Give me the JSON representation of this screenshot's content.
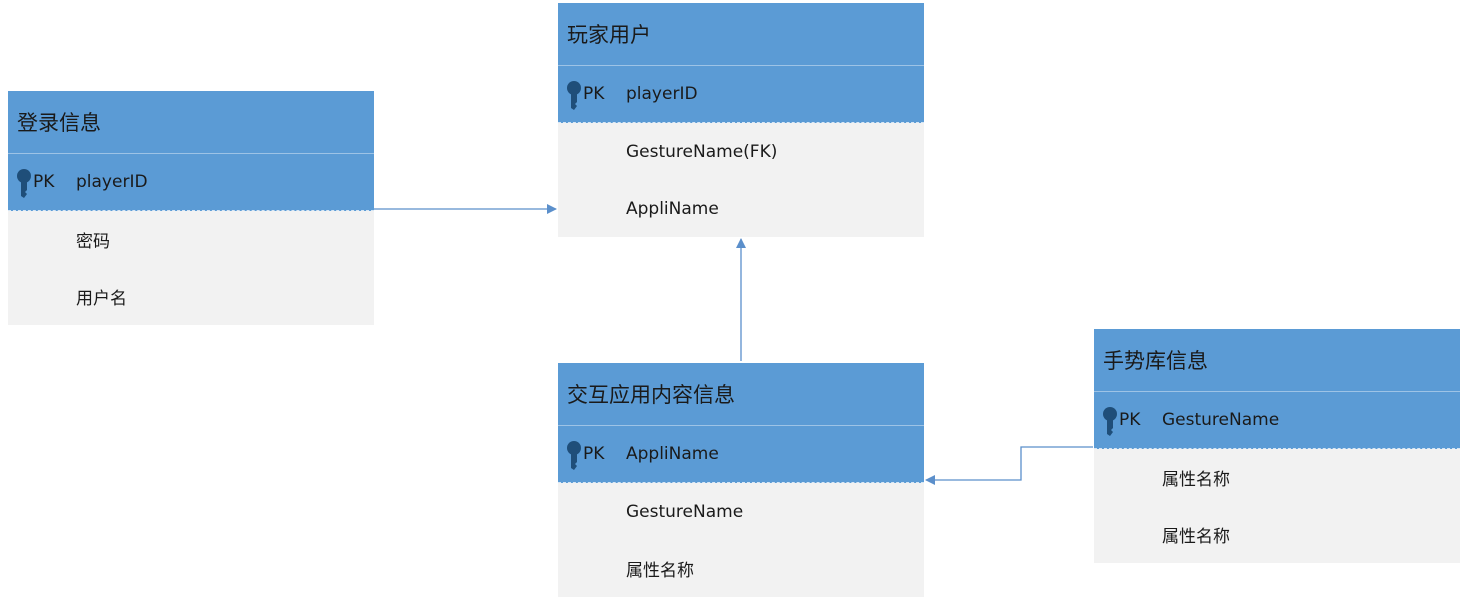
{
  "colors": {
    "header": "#5b9bd5",
    "body": "#f2f2f2",
    "connector": "#5b8fcb",
    "key": "#1f4e79"
  },
  "entities": [
    {
      "title": "登录信息",
      "pk_tag": "PK",
      "pk_field": "playerID",
      "fields": [
        "密码",
        "用户名"
      ]
    },
    {
      "title": "玩家用户",
      "pk_tag": "PK",
      "pk_field": "playerID",
      "fields": [
        "GestureName(FK)",
        "AppliName"
      ]
    },
    {
      "title": "交互应用内容信息",
      "pk_tag": "PK",
      "pk_field": "AppliName",
      "fields": [
        "GestureName",
        "属性名称"
      ]
    },
    {
      "title": "手势库信息",
      "pk_tag": "PK",
      "pk_field": "GestureName",
      "fields": [
        "属性名称",
        "属性名称"
      ]
    }
  ],
  "relationships": [
    {
      "from": "登录信息",
      "to": "玩家用户"
    },
    {
      "from": "交互应用内容信息",
      "to": "玩家用户"
    },
    {
      "from": "手势库信息",
      "to": "交互应用内容信息"
    }
  ]
}
